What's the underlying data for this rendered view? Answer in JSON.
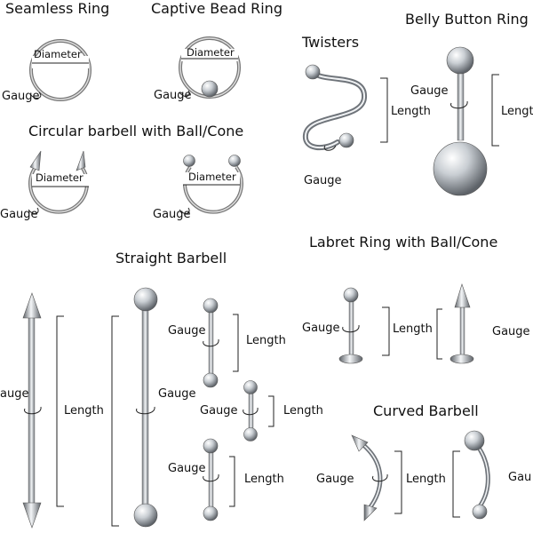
{
  "titles": {
    "seamless_ring": "Seamless Ring",
    "captive_bead_ring": "Captive Bead Ring",
    "twisters": "Twisters",
    "belly_button_ring": "Belly Button Ring",
    "circular_barbell": "Circular barbell with Ball/Cone",
    "straight_barbell": "Straight Barbell",
    "labret_ring": "Labret Ring with Ball/Cone",
    "curved_barbell": "Curved Barbell"
  },
  "labels": {
    "diameter": "Diameter",
    "gauge": "Gauge",
    "length": "Length",
    "gauge_cut": "auge",
    "length_cut": "Lengt",
    "gauge_cut_end": "Gau"
  },
  "colors": {
    "metal_dark": "#6f747a",
    "metal_light": "#f4f6f8",
    "line": "#222222"
  }
}
